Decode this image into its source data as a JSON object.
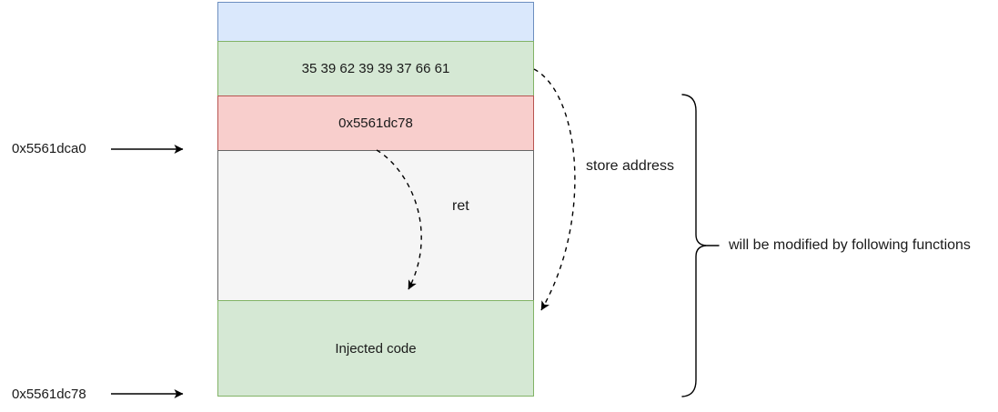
{
  "diagram": {
    "stack_blocks": {
      "top_buffer": {
        "label": ""
      },
      "bytes": {
        "label": "35 39 62 39 39 37 66 61"
      },
      "return_address": {
        "label": "0x5561dc78"
      },
      "gap": {
        "label": ""
      },
      "injected": {
        "label": "Injected code"
      }
    },
    "address_labels": {
      "top": "0x5561dca0",
      "bottom": "0x5561dc78"
    },
    "annotations": {
      "ret": "ret",
      "store_address": "store address",
      "brace_note": "will be modified by following functions"
    },
    "colors": {
      "blue_fill": "#dae8fc",
      "blue_stroke": "#6c8ebf",
      "green_fill": "#d5e8d4",
      "green_stroke": "#82b366",
      "red_fill": "#f8cecc",
      "red_stroke": "#b85450",
      "gray_fill": "#f5f5f5",
      "gray_stroke": "#666666",
      "line": "#000000"
    }
  }
}
